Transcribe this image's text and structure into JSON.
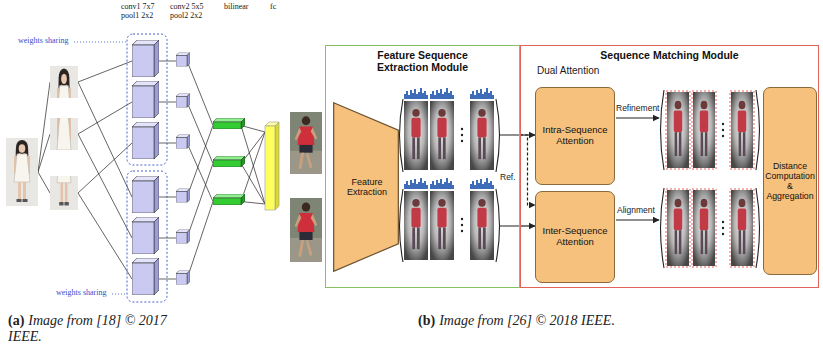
{
  "diagram": {
    "nodes": [
      {
        "text": [
          "Feature Sequence Extraction Module"
        ]
      },
      {
        "text": [
          "Feature Extraction"
        ],
        "in": 0
      },
      {
        "text": [
          "Sequence Matching Module"
        ]
      },
      {
        "text": [
          "Intra-Sequence Attention"
        ],
        "in": 2
      },
      {
        "text": [
          "Inter-Sequence Attention"
        ],
        "in": 2
      },
      {
        "text": [
          "Distance Computation & Aggregation"
        ],
        "in": 2
      }
    ],
    "edges": [
      {
        "from": 0,
        "to": 3,
        "arrow": "to"
      },
      {
        "from": 0,
        "to": 4,
        "arrow": "to"
      },
      {
        "from": 0,
        "to": 4,
        "label": "Ref.",
        "arrow": "to"
      }
    ],
    "labels": [
      "conv1 7x7 pool1 2x2",
      "conv2 5x5 pool2 2x2",
      "bilinear",
      "fc",
      "weights sharing",
      "weights sharing",
      "(a)",
      "Image from [18] © 2017 IEEE.",
      "Dual Attention",
      "Refinement",
      "Alignment",
      "(b)",
      "Image from [26] © 2018 IEEE."
    ]
  }
}
